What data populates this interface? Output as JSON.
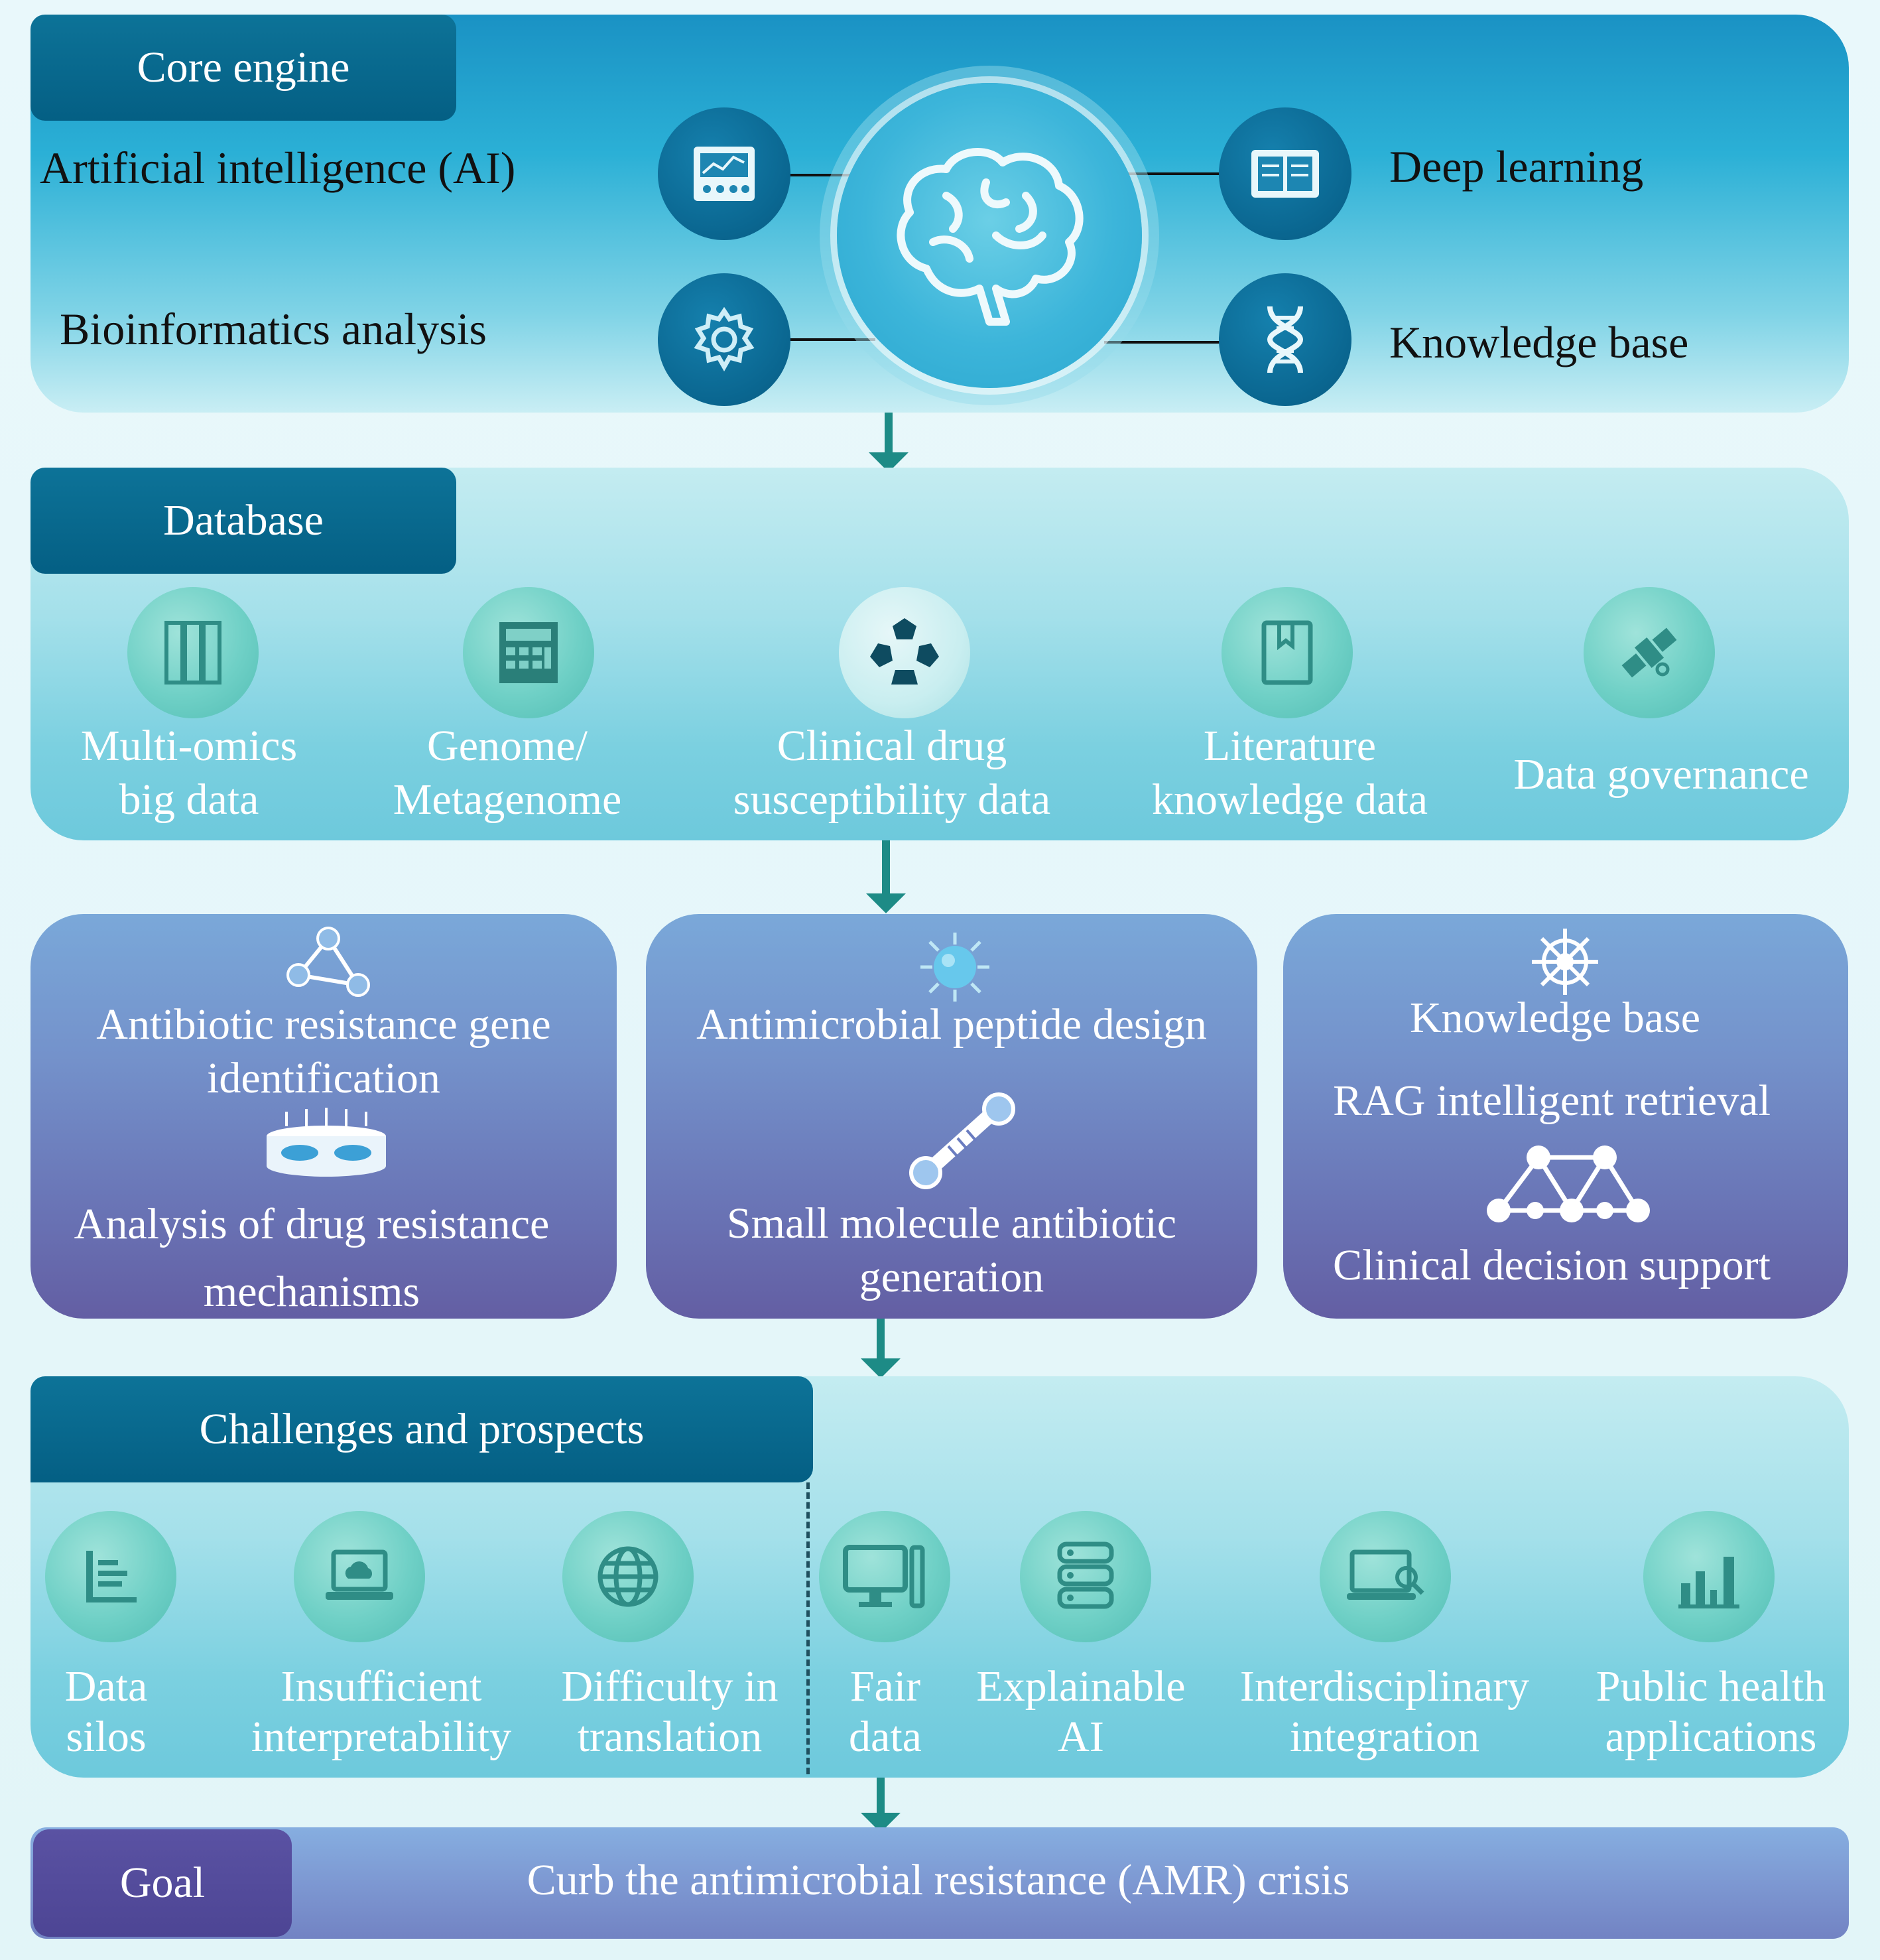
{
  "core": {
    "tab": "Core engine",
    "items": {
      "ai": "Artificial intelligence (AI)",
      "bio": "Bioinformatics analysis",
      "dl": "Deep learning",
      "kb": "Knowledge base"
    }
  },
  "database": {
    "tab": "Database",
    "items": [
      {
        "l1": "Multi-omics",
        "l2": "big data",
        "icon": "server-rack-icon"
      },
      {
        "l1": "Genome/",
        "l2": "Metagenome",
        "icon": "calculator-grid-icon"
      },
      {
        "l1": "Clinical drug",
        "l2": "susceptibility data",
        "icon": "molecule-ring-icon"
      },
      {
        "l1": "Literature",
        "l2": "knowledge data",
        "icon": "book-icon"
      },
      {
        "l1": "Data governance",
        "l2": "",
        "icon": "satellite-icon"
      }
    ]
  },
  "applications": {
    "left": {
      "t1a": "Antibiotic resistance gene",
      "t1b": "identification",
      "t2a": "Analysis of drug resistance",
      "t2b": "mechanisms"
    },
    "middle": {
      "t1": "Antimicrobial peptide design",
      "t2a": "Small molecule antibiotic",
      "t2b": "generation"
    },
    "right": {
      "t1": "Knowledge base",
      "t2": "RAG intelligent retrieval",
      "t3": "Clinical decision support"
    }
  },
  "challenges": {
    "tab": "Challenges and prospects",
    "items": [
      {
        "l1": "Data",
        "l2": "silos",
        "icon": "list-chart-icon"
      },
      {
        "l1": "Insufficient",
        "l2": "interpretability",
        "icon": "laptop-cloud-icon"
      },
      {
        "l1": "Difficulty in",
        "l2": "translation",
        "icon": "globe-icon"
      },
      {
        "l1": "Fair",
        "l2": "data",
        "icon": "monitor-icon"
      },
      {
        "l1": "Explainable",
        "l2": "AI",
        "icon": "server-stack-icon"
      },
      {
        "l1": "Interdisciplinary",
        "l2": "integration",
        "icon": "laptop-search-icon"
      },
      {
        "l1": "Public health",
        "l2": "applications",
        "icon": "bar-chart-icon"
      }
    ]
  },
  "goal": {
    "tab": "Goal",
    "text": "Curb the antimicrobial resistance (AMR) crisis"
  },
  "colors": {
    "tab": "#045f84",
    "arrow": "#1d8b86",
    "purple_panel": "#6a5ea6",
    "goal_tab": "#574d9c"
  }
}
